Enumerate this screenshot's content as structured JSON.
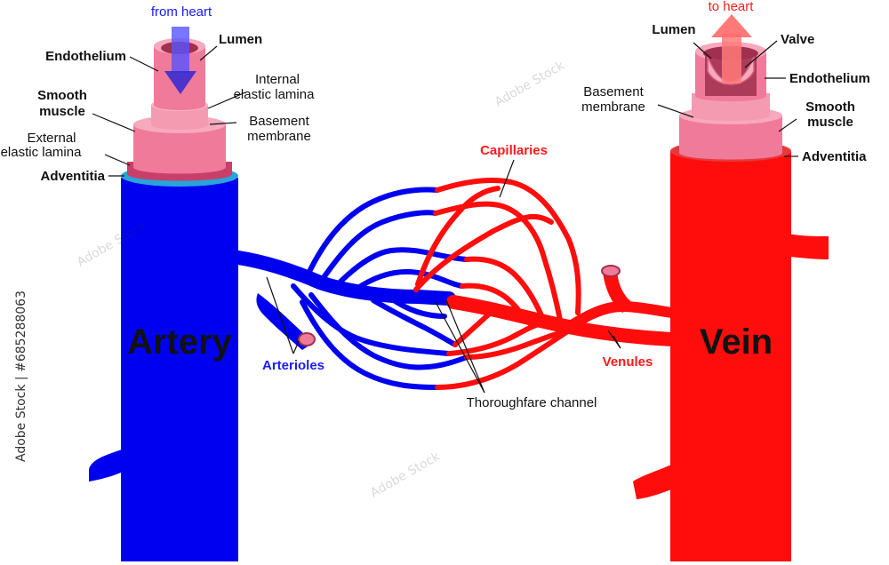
{
  "diagram": {
    "colors": {
      "artery": "#0000f0",
      "vein": "#ff0d0d",
      "wall_pink": "#f07a9a",
      "wall_light": "#f7a9bd",
      "lumen_dark": "#a0304e",
      "adventitia_blue": "#29a3d9",
      "adventitia_red": "#e63a3a",
      "label_blue": "#1a1aff",
      "label_red": "#ff1a1a"
    },
    "artery": {
      "title": "Artery",
      "flow_label": "from heart",
      "layers": {
        "endothelium": "Endothelium",
        "lumen": "Lumen",
        "internal_elastic_lamina_line1": "Internal",
        "internal_elastic_lamina_line2": "elastic lamina",
        "smooth_muscle_line1": "Smooth",
        "smooth_muscle_line2": "muscle",
        "basement_membrane_line1": "Basement",
        "basement_membrane_line2": "membrane",
        "external_elastic_lamina_line1": "External",
        "external_elastic_lamina_line2": "elastic lamina",
        "adventitia": "Adventitia"
      }
    },
    "vein": {
      "title": "Vein",
      "flow_label": "to heart",
      "layers": {
        "lumen": "Lumen",
        "valve": "Valve",
        "endothelium": "Endothelium",
        "basement_membrane_line1": "Basement",
        "basement_membrane_line2": "membrane",
        "smooth_muscle_line1": "Smooth",
        "smooth_muscle_line2": "muscle",
        "adventitia": "Adventitia"
      }
    },
    "network": {
      "capillaries": "Capillaries",
      "arterioles": "Arterioles",
      "venules": "Venules",
      "thoroughfare_channel": "Thoroughfare channel"
    },
    "watermark": {
      "stock_id": "Adobe Stock | #685288063",
      "tile": "Adobe Stock"
    }
  }
}
